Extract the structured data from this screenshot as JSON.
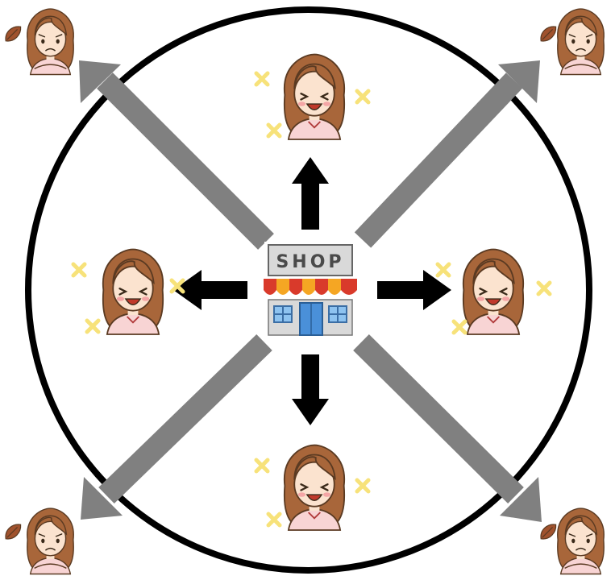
{
  "shop": {
    "sign_text": "SHOP",
    "awning_colors": [
      "#d93a2b",
      "#f5a623"
    ],
    "wall_color": "#d9d9d9",
    "door_color": "#4a90d9"
  },
  "colors": {
    "circle": "#000000",
    "inner_arrow": "#000000",
    "outer_arrow": "#808080",
    "sparkle": "#f7e27a",
    "hair": "#a8663a",
    "skin": "#fbe3cf",
    "shirt": "#f8d4d4",
    "leaf": "#a0522d"
  },
  "icons": [
    "shop-icon",
    "happy-woman-icon",
    "unhappy-woman-icon",
    "sparkle-icon",
    "leaf-icon",
    "arrow-icon"
  ],
  "people": {
    "inner": [
      {
        "position": "top",
        "mood": "happy"
      },
      {
        "position": "left",
        "mood": "happy"
      },
      {
        "position": "right",
        "mood": "happy"
      },
      {
        "position": "bottom",
        "mood": "happy"
      }
    ],
    "outer": [
      {
        "position": "top-left",
        "mood": "unhappy"
      },
      {
        "position": "top-right",
        "mood": "unhappy"
      },
      {
        "position": "bottom-left",
        "mood": "unhappy"
      },
      {
        "position": "bottom-right",
        "mood": "unhappy"
      }
    ]
  }
}
